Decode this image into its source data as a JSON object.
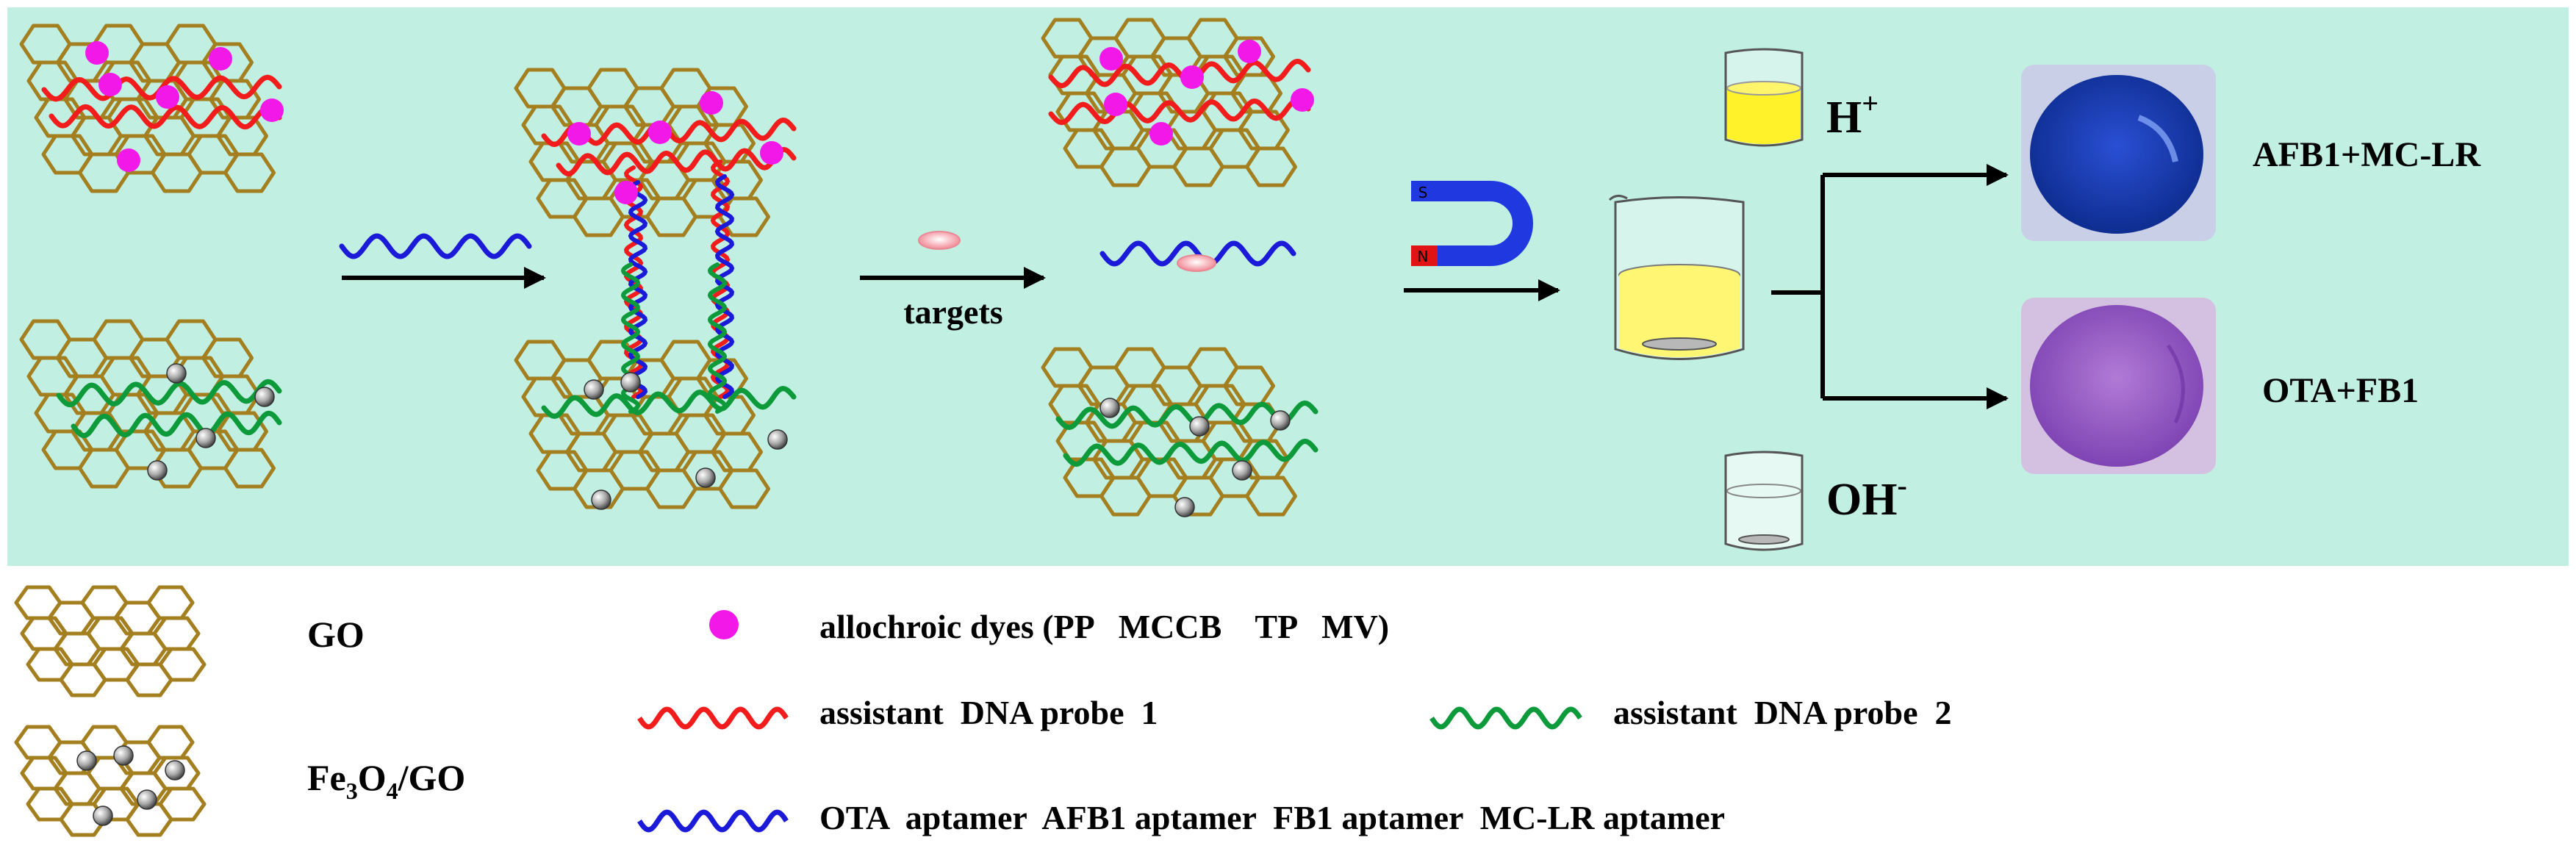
{
  "arrow_label": "targets",
  "ions": {
    "acid_base": "H",
    "acid_sup": "+",
    "alkali_base": "OH",
    "alkali_sup": "-"
  },
  "results": {
    "top": "AFB1+MC-LR",
    "bottom": "OTA+FB1"
  },
  "legend": {
    "go": "GO",
    "fe_go_pre": "Fe",
    "fe_go_sub1": "3",
    "fe_go_mid": "O",
    "fe_go_sub2": "4",
    "fe_go_post": "/GO",
    "dyes": "allochroic dyes (PP   MCCB    TP   MV)",
    "probe1": "assistant  DNA probe  1",
    "probe2": "assistant  DNA probe  2",
    "aptamers": "OTA  aptamer  AFB1 aptamer  FB1 aptamer  MC-LR aptamer"
  },
  "colors": {
    "background": "#c1efe2",
    "lattice": "#a47f20",
    "dye": "#f218e8",
    "probe1": "#f21c1c",
    "probe2": "#0d9a3b",
    "aptamer": "#1a1ad8",
    "bead": "#9a9a9a",
    "yellow_solution": "#fff22a",
    "well_blue": "#1a3fbf",
    "well_purple": "#9a5cc4"
  }
}
